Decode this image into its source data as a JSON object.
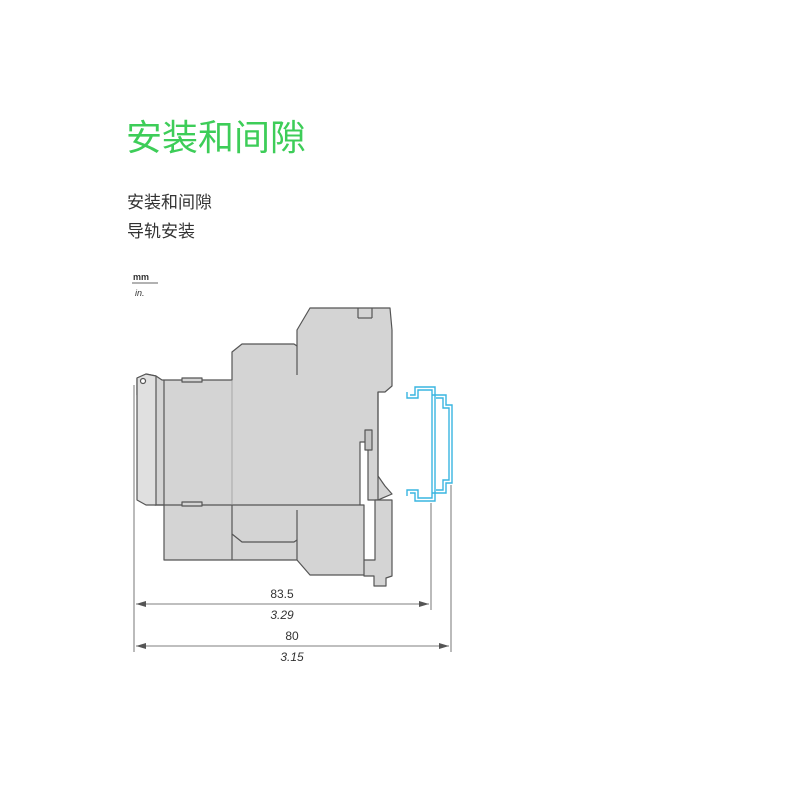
{
  "section": {
    "title": "安装和间隙",
    "subtitle_1": "安装和间隙",
    "subtitle_2": "导轨安装"
  },
  "drawing": {
    "unit_primary": "mm",
    "unit_secondary": "in.",
    "dimensions": [
      {
        "mm": "83.5",
        "in": "3.29"
      },
      {
        "mm": "80",
        "in": "3.15"
      }
    ]
  },
  "colors": {
    "title": "#3dcd58",
    "device_fill": "#d4d4d4",
    "device_stroke": "#555555",
    "rail": "#39b5e0"
  }
}
